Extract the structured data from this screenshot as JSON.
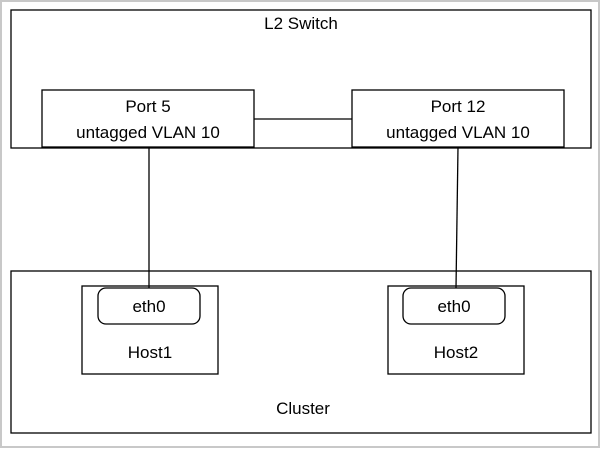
{
  "switch": {
    "title": "L2 Switch",
    "port_left": {
      "name": "Port 5",
      "mode": "untagged VLAN 10"
    },
    "port_right": {
      "name": "Port 12",
      "mode": "untagged VLAN 10"
    }
  },
  "cluster": {
    "title": "Cluster",
    "host_left": {
      "name": "Host1",
      "interface": "eth0"
    },
    "host_right": {
      "name": "Host2",
      "interface": "eth0"
    }
  },
  "colors": {
    "stroke": "#000000",
    "frame": "#c8c8c8",
    "background": "#ffffff"
  }
}
